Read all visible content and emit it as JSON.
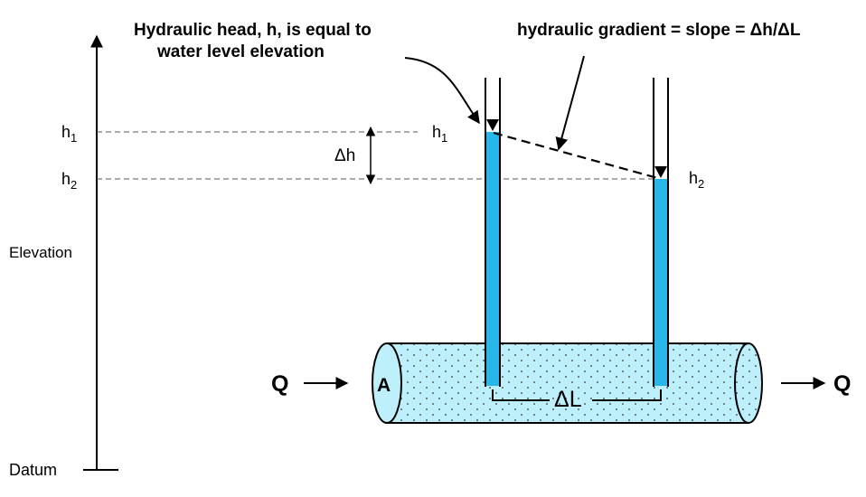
{
  "annotations": {
    "hydraulic_head": [
      "Hydraulic head, h, is equal to",
      "water level elevation"
    ],
    "hydraulic_gradient": "hydraulic gradient = slope = Δh/ΔL"
  },
  "axis": {
    "vertical_label": "Elevation",
    "baseline_label": "Datum"
  },
  "levels": {
    "h1_base": "h",
    "h1_sub": "1",
    "h2_base": "h",
    "h2_sub": "2"
  },
  "delta_h": "Δh",
  "delta_L": "ΔL",
  "flow": {
    "left": "Q",
    "right": "Q"
  },
  "cross_section": "A",
  "colors": {
    "water": "#29B6E8",
    "aquifer_fill": "#BDF0FB",
    "line": "#000000"
  }
}
